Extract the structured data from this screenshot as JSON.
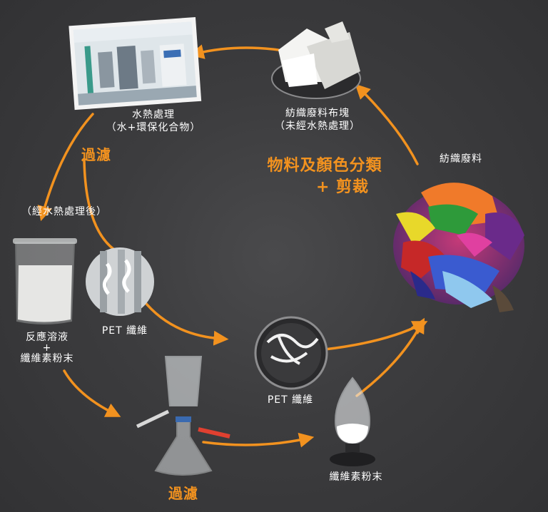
{
  "colors": {
    "background": "#3a3a3c",
    "arrow": "#f2921f",
    "text": "#ffffff",
    "accent_text": "#f2921f"
  },
  "labels": {
    "hydrothermal_line1": "水熱處理",
    "hydrothermal_line2": "（水+環保化合物）",
    "fabric_pieces_line1": "紡織廢料布塊",
    "fabric_pieces_line2": "（未經水熱處理）",
    "textile_waste": "紡織廢料",
    "sort_line1": "物料及顏色分類",
    "sort_line2": "+ 剪裁",
    "filter_top": "過濾",
    "after_treatment": "（經水熱處理後）",
    "reaction_line1": "反應溶液",
    "reaction_line2": "+",
    "reaction_line3": "纖維素粉末",
    "pet_fiber_1": "PET 纖維",
    "pet_fiber_2": "PET 纖維",
    "filter_bottom": "過濾",
    "cellulose_powder": "纖維素粉末"
  }
}
